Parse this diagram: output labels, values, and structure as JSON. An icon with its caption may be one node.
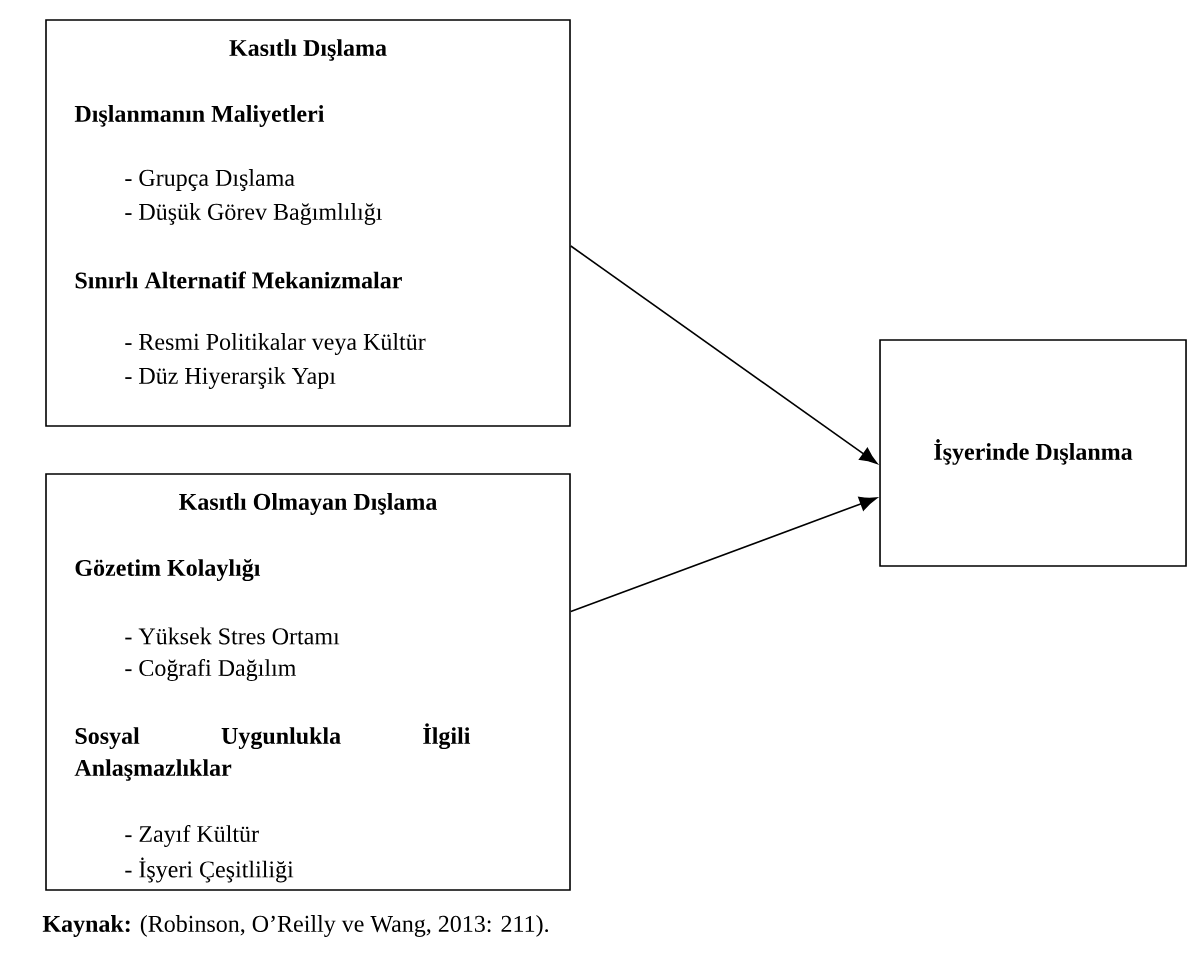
{
  "diagram": {
    "caption": "**Kaynak:** (Robinson, O’Reilly ve Wang, 2013: 211).",
    "nodes": [
      {
        "text": [
          "Kasıtlı Dışlama",
          "Dışlanmanın Maliyetleri",
          "- Grupça Dışlama",
          "- Düşük Görev Bağımlılığı",
          "Sınırlı Alternatif Mekanizmalar",
          "- Resmi Politikalar veya Kültür",
          "- Düz Hiyerarşik Yapı"
        ]
      },
      {
        "text": [
          "Kasıtlı Olmayan Dışlama",
          "Gözetim Kolaylığı",
          "- Yüksek Stres Ortamı",
          "- Coğrafi Dağılım",
          "Sosyal Uygunlukla İlgili Anlaşmazlıklar",
          "- Zayıf Kültür",
          "- İşyeri Çeşitliliği"
        ]
      },
      {
        "text": [
          "İşyerinde Dışlanma"
        ]
      }
    ],
    "edges": [
      {
        "from": 0,
        "to": 2,
        "arrow": "to"
      },
      {
        "from": 1,
        "to": 2,
        "arrow": "to"
      }
    ]
  }
}
